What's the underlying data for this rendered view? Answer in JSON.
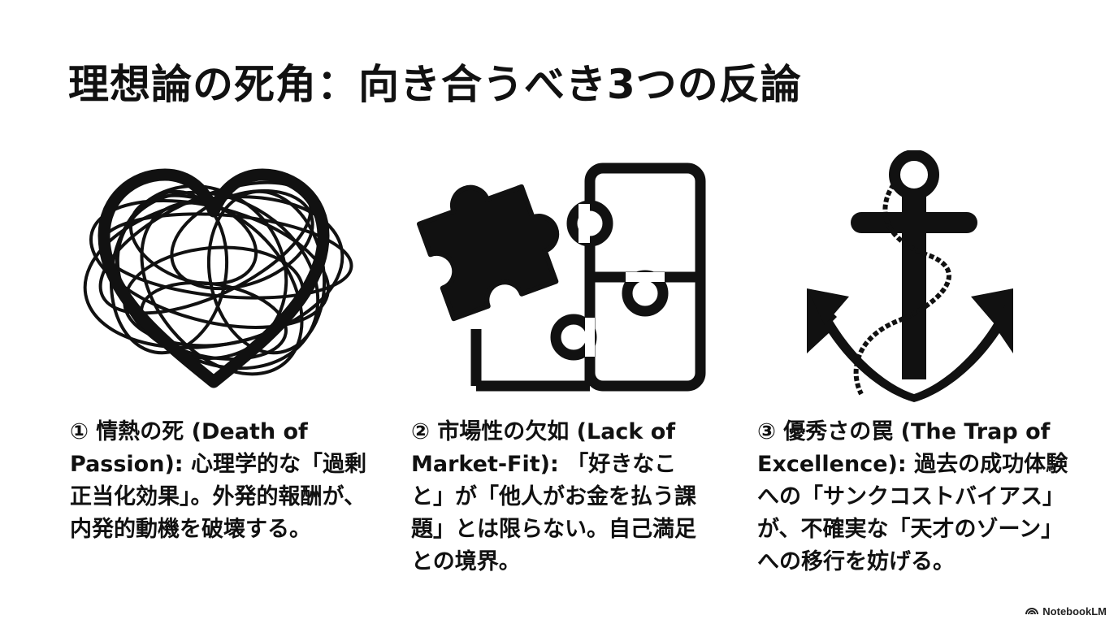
{
  "slide": {
    "title": "理想論の死角：向き合うべき3つの反論",
    "items": [
      {
        "icon": "tangled-heart-icon",
        "text": "① 情熱の死 (Death of Passion): 心理学的な「過剰正当化効果」。外発的報酬が、内発的動機を破壊する。"
      },
      {
        "icon": "puzzle-pieces-icon",
        "text": "② 市場性の欠如 (Lack of Market-Fit): 「好きなこと」が「他人がお金を払う課題」とは限らない。自己満足との境界。"
      },
      {
        "icon": "anchor-rope-icon",
        "text": "③ 優秀さの罠 (The Trap of Excellence): 過去の成功体験への「サンクコストバイアス」が、不確実な「天才のゾーン」への移行を妨げる。"
      }
    ]
  },
  "footer": {
    "brand": "NotebookLM",
    "icon": "notebooklm-logo-icon"
  },
  "colors": {
    "background": "#ffffff",
    "foreground": "#111111"
  }
}
